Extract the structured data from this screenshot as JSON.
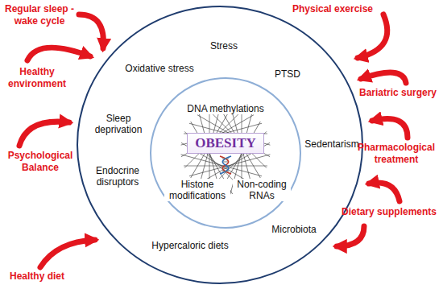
{
  "diagram": {
    "nodes": [
      {
        "text": [
          "Stress",
          "Oxidative stress",
          "PTSD",
          "Sleep deprivation",
          "Sedentarism",
          "Endocrine disruptors",
          "Hypercaloric diets",
          "Microbiota"
        ]
      },
      {
        "text": [
          "DNA methylations",
          "Histone modifications",
          "Non-coding RNAs"
        ],
        "in": 0
      },
      {
        "text": [
          "OBESITY"
        ],
        "in": 1
      }
    ],
    "labels": [
      "Regular sleep -wake cycle",
      "Physical exercise",
      "Healthy environment",
      "Bariatric surgery",
      "Psychological Balance",
      "Pharmacological treatment",
      "Dietary supplements",
      "Healthy diet"
    ]
  }
}
